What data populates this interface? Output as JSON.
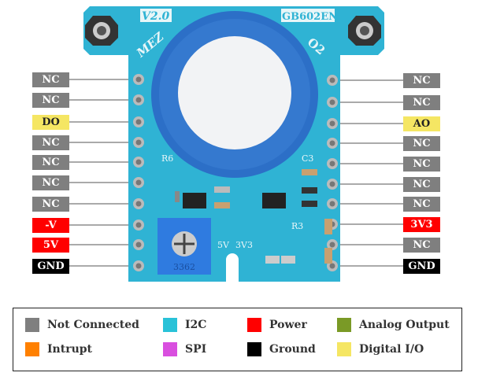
{
  "board": {
    "silk": {
      "version": "V2.0",
      "model": "GB602EN",
      "brand": "MEZ",
      "gas": "O2",
      "r6": "R6",
      "c3": "C3",
      "r3": "R3",
      "v5": "5V",
      "v33": "3V3",
      "pot": "3362"
    }
  },
  "left_pins": [
    {
      "label": "NC",
      "color": "#7f7f7f"
    },
    {
      "label": "NC",
      "color": "#7f7f7f"
    },
    {
      "label": "DO",
      "color": "#f5e663",
      "text": "#222"
    },
    {
      "label": "NC",
      "color": "#7f7f7f"
    },
    {
      "label": "NC",
      "color": "#7f7f7f"
    },
    {
      "label": "NC",
      "color": "#7f7f7f"
    },
    {
      "label": "NC",
      "color": "#7f7f7f"
    },
    {
      "label": "-V",
      "color": "#ff0000"
    },
    {
      "label": "5V",
      "color": "#ff0000"
    },
    {
      "label": "GND",
      "color": "#000000"
    }
  ],
  "right_pins": [
    {
      "label": "NC",
      "color": "#7f7f7f"
    },
    {
      "label": "NC",
      "color": "#7f7f7f"
    },
    {
      "label": "AO",
      "color": "#f5e663",
      "text": "#222"
    },
    {
      "label": "NC",
      "color": "#7f7f7f"
    },
    {
      "label": "NC",
      "color": "#7f7f7f"
    },
    {
      "label": "NC",
      "color": "#7f7f7f"
    },
    {
      "label": "NC",
      "color": "#7f7f7f"
    },
    {
      "label": "3V3",
      "color": "#ff0000"
    },
    {
      "label": "NC",
      "color": "#7f7f7f"
    },
    {
      "label": "GND",
      "color": "#000000"
    }
  ],
  "legend": [
    {
      "label": "Not Connected",
      "color": "#7f7f7f"
    },
    {
      "label": "I2C",
      "color": "#29c2d8"
    },
    {
      "label": "Power",
      "color": "#ff0000"
    },
    {
      "label": "Analog Output",
      "color": "#7a9a26"
    },
    {
      "label": "Intrupt",
      "color": "#ff8000"
    },
    {
      "label": "SPI",
      "color": "#d94fdf"
    },
    {
      "label": "Ground",
      "color": "#000000"
    },
    {
      "label": "Digital I/O",
      "color": "#f5e663"
    }
  ]
}
